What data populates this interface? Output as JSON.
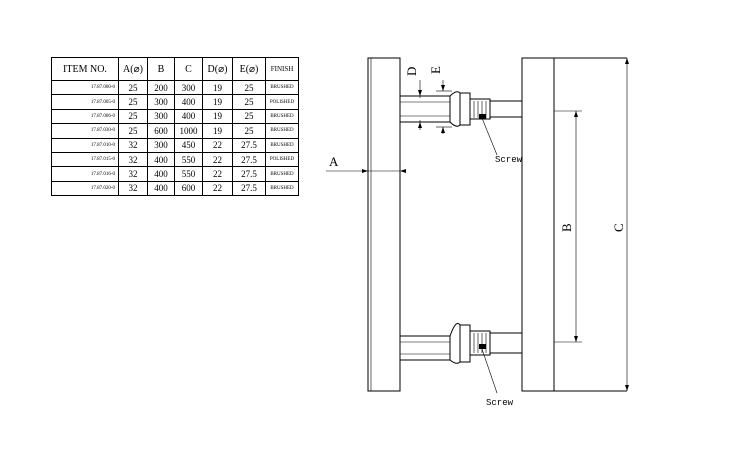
{
  "table": {
    "headers": [
      "ITEM NO.",
      "A(⌀)",
      "B",
      "C",
      "D(⌀)",
      "E(⌀)",
      "FINISH"
    ],
    "rows": [
      [
        "17.87.000-0",
        "25",
        "200",
        "300",
        "19",
        "25",
        "BRUSHED"
      ],
      [
        "17.87.005-0",
        "25",
        "300",
        "400",
        "19",
        "25",
        "POLISHED"
      ],
      [
        "17.87.006-0",
        "25",
        "300",
        "400",
        "19",
        "25",
        "BRUSHED"
      ],
      [
        "17.87.030-0",
        "25",
        "600",
        "1000",
        "19",
        "25",
        "BRUSHED"
      ],
      [
        "17.87.010-0",
        "32",
        "300",
        "450",
        "22",
        "27.5",
        "BRUSHED"
      ],
      [
        "17.87.015-0",
        "32",
        "400",
        "550",
        "22",
        "27.5",
        "POLISHED"
      ],
      [
        "17.87.016-0",
        "32",
        "400",
        "550",
        "22",
        "27.5",
        "BRUSHED"
      ],
      [
        "17.87.020-0",
        "32",
        "400",
        "600",
        "22",
        "27.5",
        "BRUSHED"
      ]
    ]
  },
  "drawing": {
    "labels": {
      "a": "A",
      "b": "B",
      "c": "C",
      "d": "D",
      "e": "E",
      "screw_top": "Screw",
      "screw_bottom": "Screw"
    }
  }
}
